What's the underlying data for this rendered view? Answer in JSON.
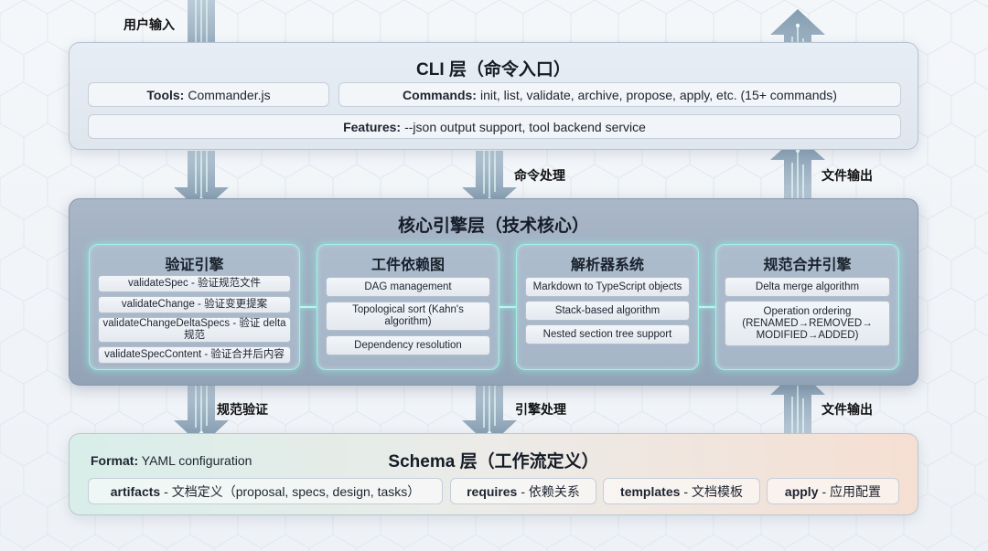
{
  "labels": {
    "user_input": "用户输入",
    "command_processing": "命令处理",
    "file_output_1": "文件输出",
    "spec_validation": "规范验证",
    "engine_processing": "引擎处理",
    "file_output_2": "文件输出"
  },
  "cli": {
    "title": "CLI 层（命令入口）",
    "tools_label": "Tools:",
    "tools_value": "Commander.js",
    "commands_label": "Commands:",
    "commands_value": "init, list, validate, archive, propose, apply, etc. (15+ commands)",
    "features_label": "Features:",
    "features_value": "--json output support, tool backend service"
  },
  "core": {
    "title": "核心引擎层（技术核心）",
    "modules": [
      {
        "title": "验证引擎",
        "items": [
          "validateSpec - 验证规范文件",
          "validateChange - 验证变更提案",
          "validateChangeDeltaSpecs - 验证 delta 规范",
          "validateSpecContent - 验证合并后内容"
        ]
      },
      {
        "title": "工件依赖图",
        "items": [
          "DAG management",
          "Topological sort (Kahn's algorithm)",
          "Dependency resolution"
        ]
      },
      {
        "title": "解析器系统",
        "items": [
          "Markdown to TypeScript objects",
          "Stack-based algorithm",
          "Nested section tree support"
        ]
      },
      {
        "title": "规范合并引擎",
        "items": [
          "Delta merge algorithm",
          "Operation ordering (RENAMED→REMOVED→ MODIFIED→ADDED)"
        ]
      }
    ]
  },
  "schema": {
    "title": "Schema 层（工作流定义）",
    "format_label": "Format:",
    "format_value": "YAML configuration",
    "artifacts_label": "artifacts",
    "artifacts_value": "- 文档定义（proposal, specs, design, tasks）",
    "requires_label": "requires",
    "requires_value": "- 依赖关系",
    "templates_label": "templates",
    "templates_value": "- 文档模板",
    "apply_label": "apply",
    "apply_value": "- 应用配置"
  },
  "colors": {
    "glow": "#a5f0e6",
    "arrow": "#8fa8ba",
    "circuit": "#d8fff8"
  }
}
